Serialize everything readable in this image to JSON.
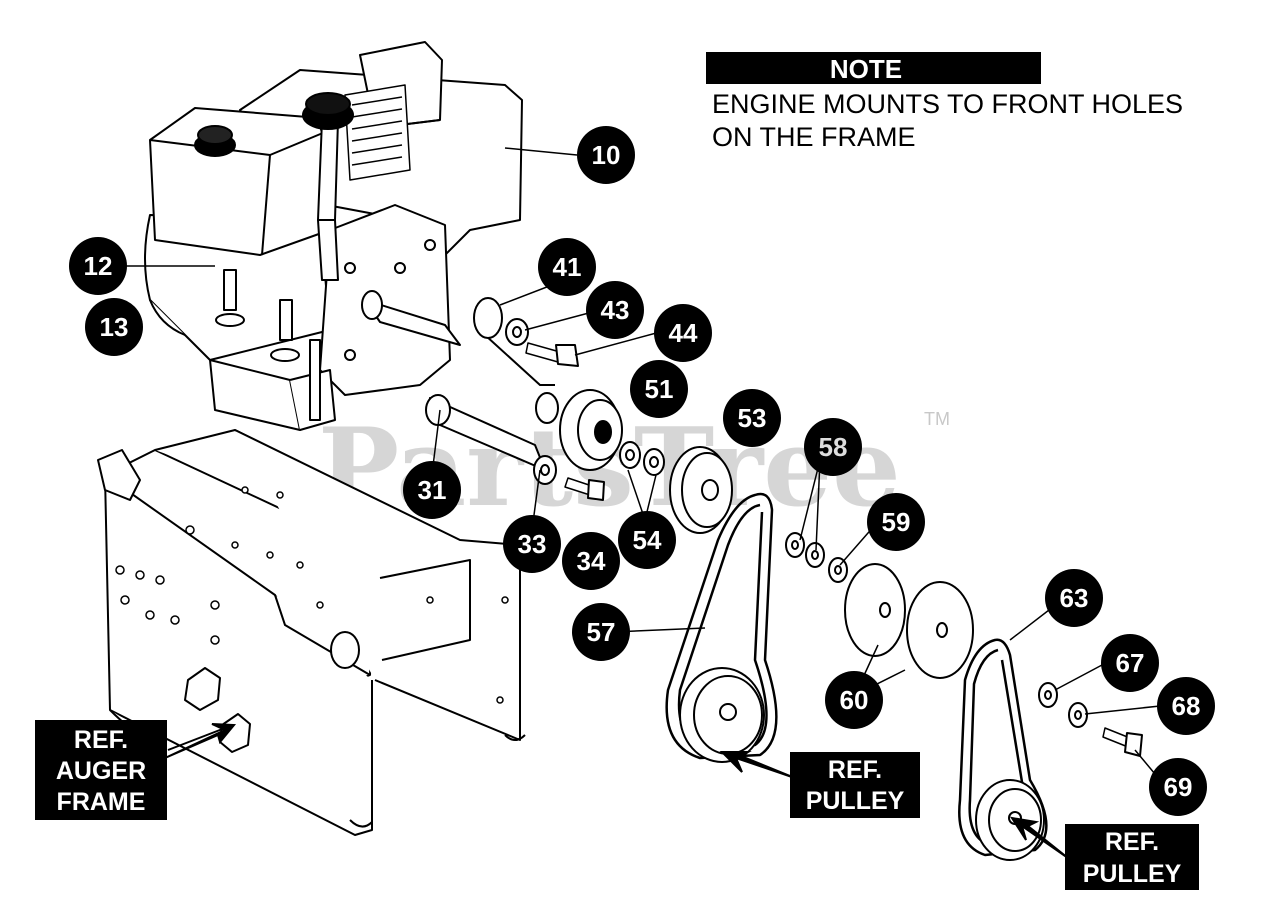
{
  "note": {
    "heading": "NOTE",
    "line1": "ENGINE MOUNTS TO FRONT HOLES",
    "line2": "ON THE FRAME"
  },
  "watermark": {
    "text": "PartsTree",
    "tm": "TM"
  },
  "callouts": [
    "10",
    "12",
    "13",
    "41",
    "43",
    "44",
    "51",
    "53",
    "58",
    "59",
    "31",
    "33",
    "34",
    "54",
    "57",
    "63",
    "67",
    "68",
    "60",
    "69"
  ],
  "refs": {
    "auger_frame": [
      "REF.",
      "AUGER",
      "FRAME"
    ],
    "pulley_a": [
      "REF.",
      "PULLEY"
    ],
    "pulley_b": [
      "REF.",
      "PULLEY"
    ]
  },
  "colors": {
    "ink": "#000000",
    "paper": "#ffffff",
    "watermark": "#d6d6d6"
  }
}
